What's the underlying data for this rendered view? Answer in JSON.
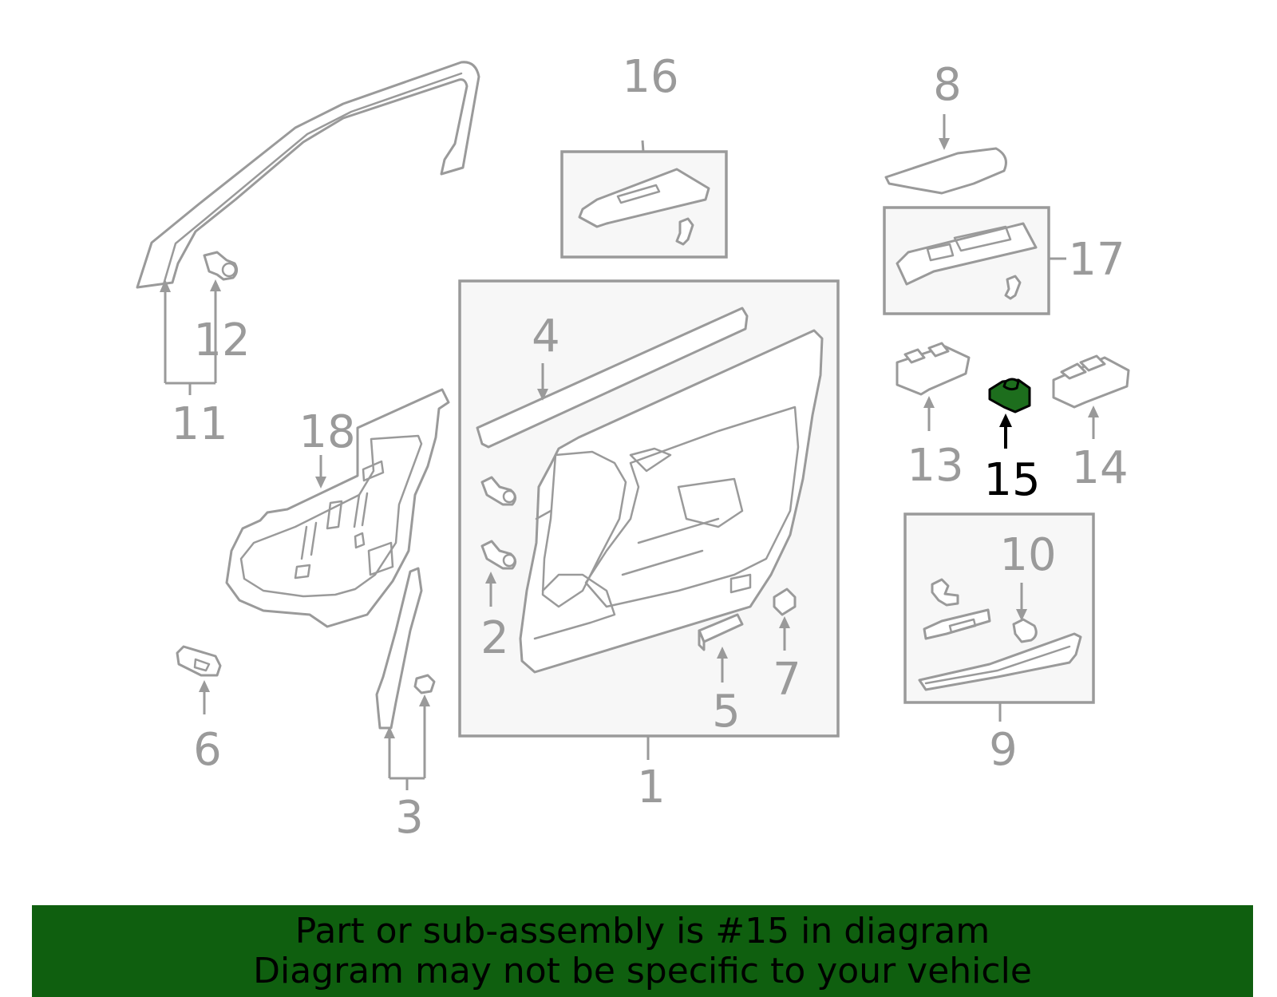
{
  "callouts": {
    "c1": "1",
    "c2": "2",
    "c3": "3",
    "c4": "4",
    "c5": "5",
    "c6": "6",
    "c7": "7",
    "c8": "8",
    "c9": "9",
    "c10": "10",
    "c11": "11",
    "c12": "12",
    "c13": "13",
    "c14": "14",
    "c15": "15",
    "c16": "16",
    "c17": "17",
    "c18": "18"
  },
  "highlighted_part": "15",
  "colors": {
    "highlight": "#1d6e1d",
    "banner": "#0f5f0f",
    "line": "#9a9a9a"
  },
  "banner": {
    "line1": "Part or sub-assembly is #15 in diagram",
    "line2": "Diagram may not be specific to your vehicle"
  }
}
